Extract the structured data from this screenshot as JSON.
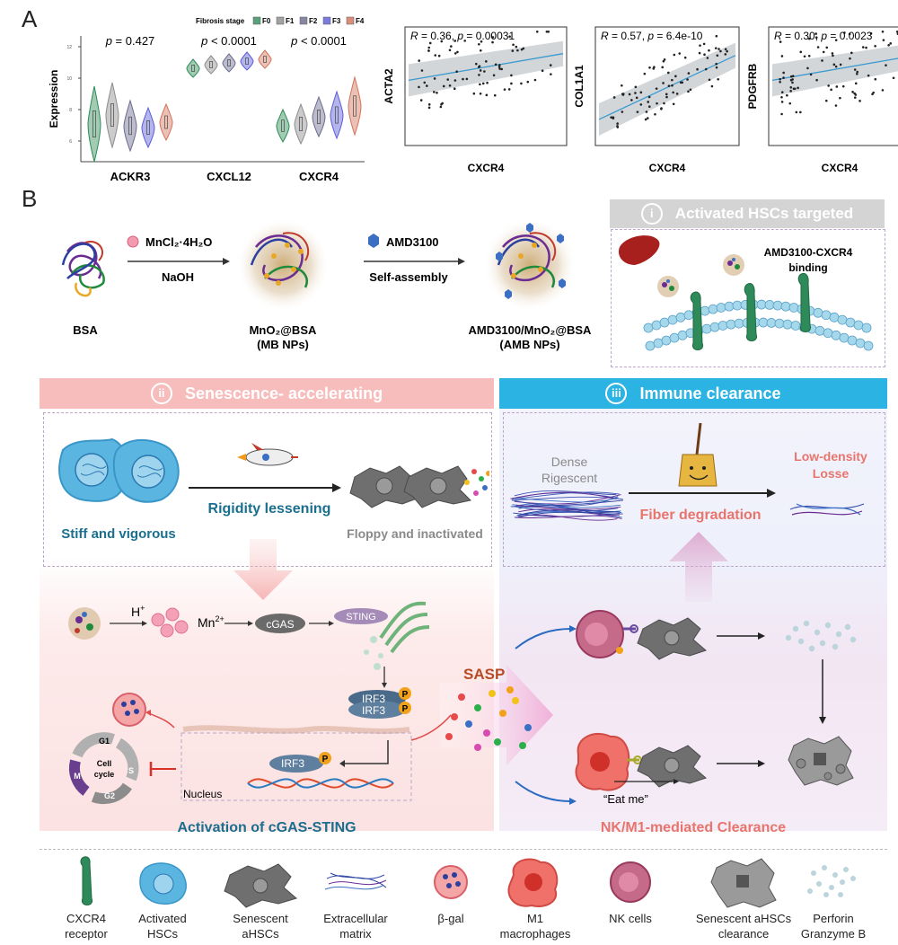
{
  "panel_a": {
    "letter": "A",
    "violin": {
      "legend_title": "Fibrosis stage",
      "stages": [
        "F0",
        "F1",
        "F2",
        "F3",
        "F4"
      ],
      "stage_colors": [
        "#2e8b57",
        "#8c8c8c",
        "#6a6a8e",
        "#5b5bd6",
        "#d2735a"
      ],
      "ylabel": "Expression",
      "yticks": [
        "12",
        "10",
        "8",
        "6"
      ],
      "genes": [
        "ACKR3",
        "CXCL12",
        "CXCR4"
      ],
      "pvals": [
        "p = 0.427",
        "p < 0.0001",
        "p < 0.0001"
      ]
    },
    "scatters": [
      {
        "ylabel": "ACTA2",
        "xlabel": "CXCR4",
        "stat": "R = 0.36, p = 0.00031"
      },
      {
        "ylabel": "COL1A1",
        "xlabel": "CXCR4",
        "stat": "R = 0.57, p = 6.4e-10"
      },
      {
        "ylabel": "PDGFRB",
        "xlabel": "CXCR4",
        "stat": "R = 0.30, p = 0.0023"
      }
    ]
  },
  "panel_b": {
    "letter": "B",
    "synthesis": {
      "reagent1": "MnCl₂·4H₂O",
      "reagent1_sub": "NaOH",
      "reagent2": "AMD3100",
      "reagent2_sub": "Self-assembly",
      "bsa": "BSA",
      "mb_line1": "MnO₂@BSA",
      "mb_line2": "(MB NPs)",
      "amb_line1": "AMD3100/MnO₂@BSA",
      "amb_line2": "(AMB NPs)"
    },
    "box_i": {
      "numeral": "i",
      "title": "Activated HSCs targeted",
      "binding": "AMD3100-CXCR4 binding"
    },
    "box_ii": {
      "numeral": "ii",
      "title": "Senescence- accelerating",
      "left_label": "Stiff and vigorous",
      "arrow_label": "Rigidity lessening",
      "right_label": "Floppy and inactivated"
    },
    "box_iii": {
      "numeral": "iii",
      "title": "Immune clearance",
      "left_label_1": "Dense",
      "left_label_2": "Rigescent",
      "right_label_1": "Low-density",
      "right_label_2": "Losse",
      "arrow_label": "Fiber degradation"
    },
    "pathway": {
      "h": "H",
      "h_sup": "+",
      "mn": "Mn",
      "mn_sup": "2+",
      "cgas": "cGAS",
      "sting": "STING",
      "irf3": "IRF3",
      "p": "P",
      "sasp": "SASP",
      "nucleus": "Nucleus",
      "cycle": [
        "G1",
        "S",
        "G2",
        "M"
      ],
      "cycle_center": [
        "Cell",
        "cycle"
      ],
      "eat_me": "“Eat me”",
      "bottom_left": "Activation of cGAS-STING",
      "bottom_right": "NK/M1-mediated Clearance"
    },
    "legend": [
      {
        "name": "CXCR4 receptor",
        "lines": [
          "CXCR4",
          "receptor"
        ]
      },
      {
        "name": "Activated HSCs",
        "lines": [
          "Activated",
          "HSCs"
        ]
      },
      {
        "name": "Senescent aHSCs",
        "lines": [
          "Senescent",
          "aHSCs"
        ]
      },
      {
        "name": "Extracellular matrix",
        "lines": [
          "Extracellular",
          "matrix"
        ]
      },
      {
        "name": "beta-gal",
        "lines": [
          "β-gal"
        ]
      },
      {
        "name": "M1 macrophages",
        "lines": [
          "M1",
          "macrophages"
        ]
      },
      {
        "name": "NK cells",
        "lines": [
          "NK cells"
        ]
      },
      {
        "name": "Senescent aHSCs clearance",
        "lines": [
          "Senescent aHSCs",
          "clearance"
        ]
      },
      {
        "name": "Perforin Granzyme B",
        "lines": [
          "Perforin",
          "Granzyme B"
        ]
      }
    ],
    "colors": {
      "senescence_title": "#f7bcbc",
      "immune_title": "#2bb3e3",
      "box_i_title": "#d4d4d4",
      "teal_text": "#1a6f8f",
      "salmon_text": "#e8756d",
      "gray_text": "#8a8a8a"
    }
  }
}
